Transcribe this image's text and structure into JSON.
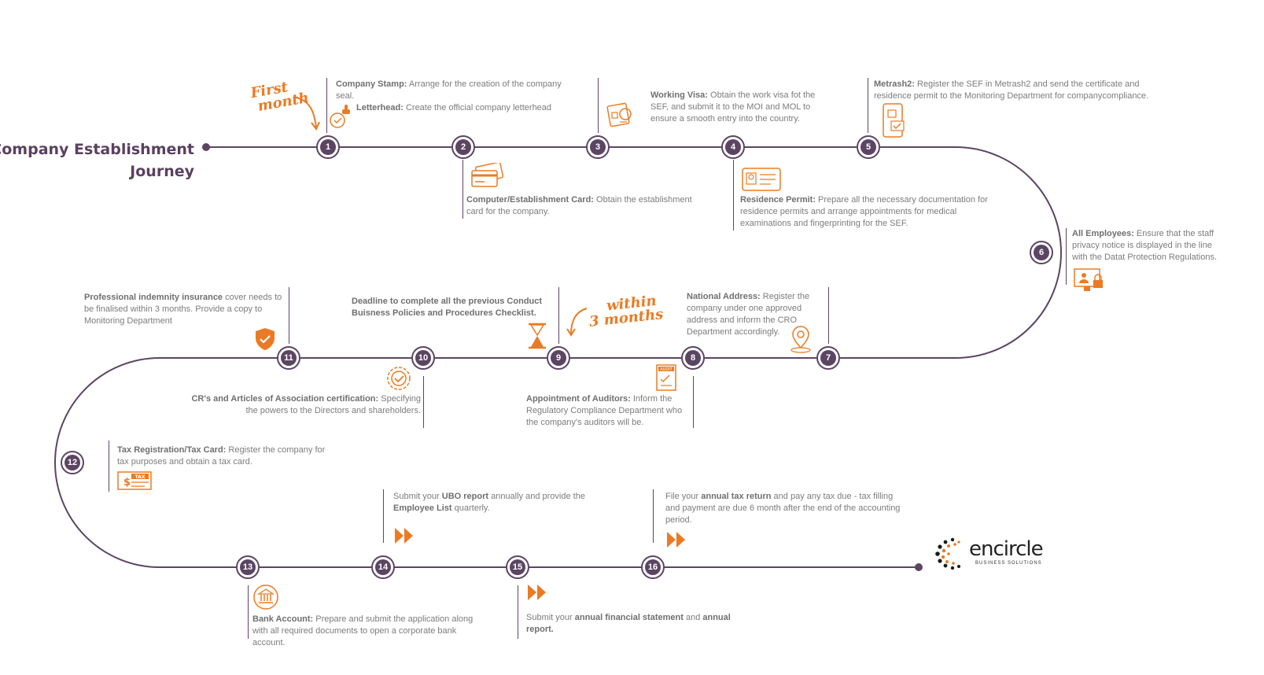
{
  "title": {
    "line1": "Company Establishment",
    "line2": "Journey"
  },
  "handwriting": {
    "first_month": [
      "First",
      "month"
    ],
    "within_3_months": [
      "within",
      "3 months"
    ]
  },
  "steps": [
    {
      "number": "1"
    },
    {
      "number": "2"
    },
    {
      "number": "3"
    },
    {
      "number": "4"
    },
    {
      "number": "5"
    },
    {
      "number": "6"
    },
    {
      "number": "7"
    },
    {
      "number": "8"
    },
    {
      "number": "9"
    },
    {
      "number": "10"
    },
    {
      "number": "11"
    },
    {
      "number": "12"
    },
    {
      "number": "13"
    },
    {
      "number": "14"
    },
    {
      "number": "15"
    },
    {
      "number": "16"
    }
  ],
  "descriptions": {
    "d1a_bold": "Company Stamp:",
    "d1a_text": " Arrange for the creation of the company seal.",
    "d1b_bold": "Letterhead:",
    "d1b_text": " Create the official company letterhead",
    "d2_bold": "Computer/Establishment Card:",
    "d2_text": " Obtain the establishment card for the company.",
    "d3_bold": "Working Visa:",
    "d3_text": " Obtain the work visa fot the SEF, and submit it to the MOI and MOL to ensure a smooth entry into the country.",
    "d4_bold": "Residence Permit:",
    "d4_text": " Prepare all the necessary documentation for residence permits and arrange appointments for medical examinations and fingerprinting for the SEF.",
    "d5_bold": "Metrash2:",
    "d5_text": " Register the SEF in Metrash2 and send the certificate and residence permit to the Monitoring Department for companycompliance.",
    "d6_bold": "All Employees:",
    "d6_text": " Ensure that the staff privacy notice is displayed in the line with the Datat Protection Regulations.",
    "d7_bold": "National Address:",
    "d7_text": " Register the company under one approved address and inform the CRO Department accordingly.",
    "d8_bold": "Appointment of Auditors:",
    "d8_text": " Inform the Regulatory Compliance Department who the company's auditors will be.",
    "d9_bold": "Deadline to complete all the previous Conduct Buisness Policies and Procedures Checklist.",
    "d10_bold": "CR's and Articles of Association certification:",
    "d10_text": " Specifying the powers to the Directors and shareholders.",
    "d11_bold": "Professional indemnity insurance",
    "d11_text": " cover needs to be finalised within 3 months. Provide a copy to Monitoring Department",
    "d12_bold": "Tax Registration/Tax Card:",
    "d12_text": " Register the company for tax purposes and obtain a tax card.",
    "d13_bold": "Bank Account:",
    "d13_text": " Prepare and submit the application along with all required documents to open a corporate bank account.",
    "d14_t1": "Submit your ",
    "d14_b1": "UBO report",
    "d14_t2": " annually  and provide the ",
    "d14_b2": "Employee List",
    "d14_t3": " quarterly.",
    "d15_t1": "Submit your ",
    "d15_b1": "annual financial statement",
    "d15_t2": " and ",
    "d15_b2": "annual report.",
    "d16_t1": "File your ",
    "d16_b1": "annual tax return",
    "d16_t2": " and pay any tax due - tax filling and payment are due 6 month after the end of the accounting period."
  },
  "icons": {
    "stamp": "stamp-icon",
    "card": "credit-card-icon",
    "visa": "visa-document-icon",
    "id": "id-card-icon",
    "phone": "mobile-phone-icon",
    "privacy": "privacy-screen-lock-icon",
    "pin": "location-pin-icon",
    "audit": "audit-checklist-icon",
    "hourglass": "hourglass-icon",
    "badge": "certified-badge-icon",
    "shield": "shield-check-icon",
    "tax": "tax-card-icon",
    "bank": "bank-icon",
    "arrows": "double-chevron-icon"
  },
  "logo": {
    "name": "encircle",
    "tagline": "BUSINESS SOLUTIONS"
  },
  "colors": {
    "path": "#5b4563",
    "accent": "#ea7b24",
    "text": "#7c7c7c",
    "title": "#5a4060"
  }
}
